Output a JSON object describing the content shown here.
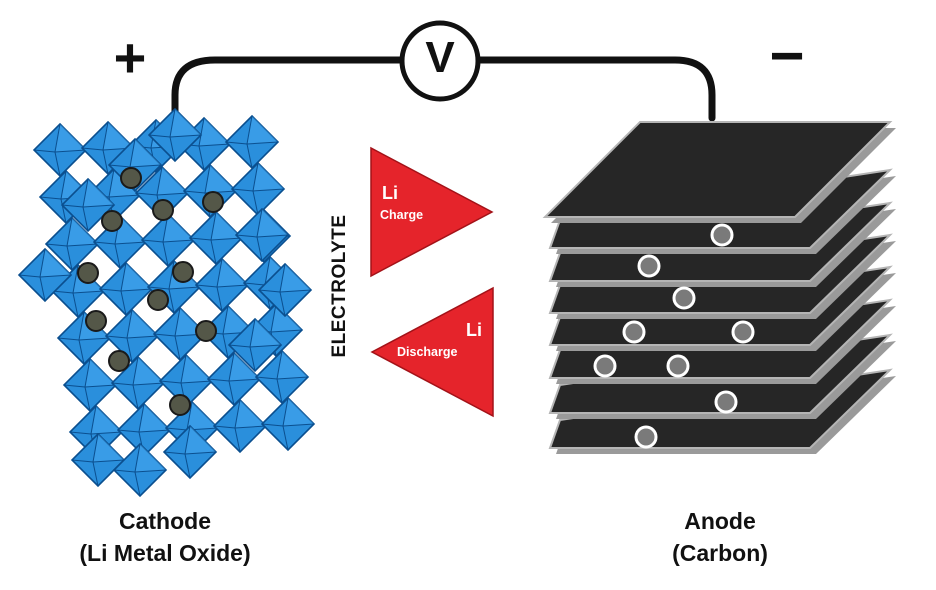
{
  "signs": {
    "positive": "+",
    "negative": "−"
  },
  "voltmeter": {
    "label": "V"
  },
  "electrolyte_label": "ELECTROLYTE",
  "arrows": {
    "charge": {
      "ion": "Li",
      "label": "Charge"
    },
    "discharge": {
      "ion": "Li",
      "label": "Discharge"
    }
  },
  "cathode": {
    "title": "Cathode",
    "subtitle": "(Li Metal Oxide)"
  },
  "anode": {
    "title": "Anode",
    "subtitle": "(Carbon)"
  },
  "colors": {
    "octahedron_fill": "#2a8fdc",
    "octahedron_edge": "#0b4f8f",
    "cathode_ion": "#545748",
    "anode_sheet": "#262626",
    "anode_ion_fill": "#7a7a7a",
    "arrow_red": "#e5242b",
    "wire": "#111111"
  }
}
